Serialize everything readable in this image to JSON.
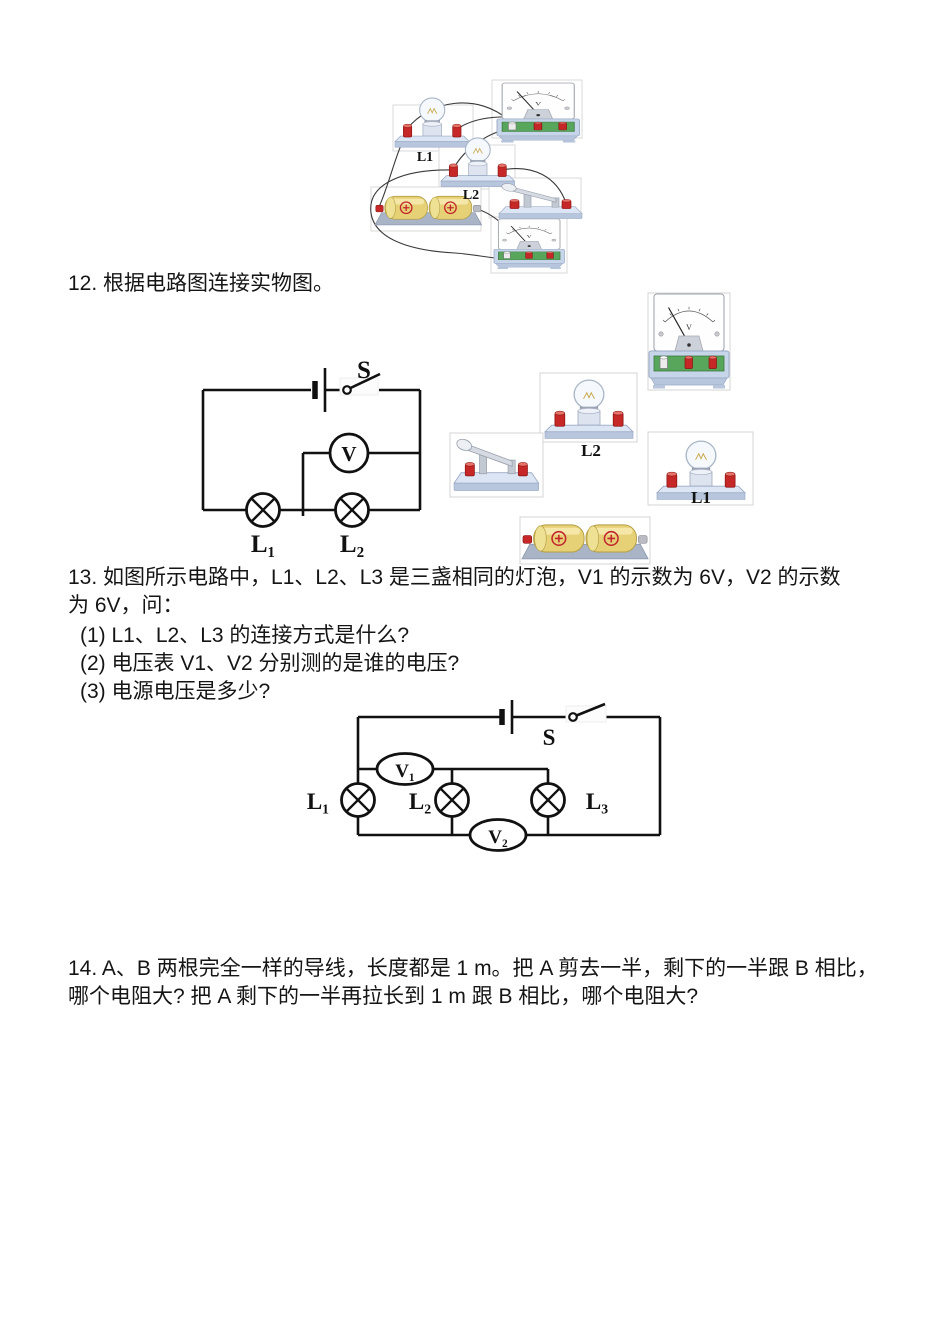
{
  "page": {
    "background": "#ffffff"
  },
  "meter": {
    "unit": "V"
  },
  "colors": {
    "wire_black": "#1a1a1a",
    "terminal_red": "#c62828",
    "battery_yellow": "#e7d176",
    "base_blue": "#c7d5ea",
    "meter_green": "#58a55c"
  },
  "top_figure": {
    "lamp1_label": "L1",
    "lamp2_label": "L2"
  },
  "q12": {
    "text": "12. 根据电路图连接实物图。",
    "circuit": {
      "switch_label": "S",
      "voltmeter_label": "V",
      "lamp1_label": "L₁",
      "lamp2_label": "L₂"
    },
    "components": {
      "lamp2_label": "L2",
      "lamp1_label": "L1"
    }
  },
  "q13": {
    "intro": "13. 如图所示电路中，L1、L2、L3 是三盏相同的灯泡，V1 的示数为 6V，V2 的示数\n为 6V，问：",
    "sub1": "(1) L1、L2、L3 的连接方式是什么?",
    "sub2": "(2) 电压表 V1、V2 分别测的是谁的电压?",
    "sub3": "(3) 电源电压是多少?",
    "circuit": {
      "switch_label": "S",
      "v1_label": "V₁",
      "v2_label": "V₂",
      "lamp1_label": "L₁",
      "lamp2_label": "L₂",
      "lamp3_label": "L₃"
    }
  },
  "q14": {
    "text": "14. A、B 两根完全一样的导线，长度都是 1 m。把 A 剪去一半，剩下的一半跟 B 相比，\n哪个电阻大? 把 A 剩下的一半再拉长到 1 m 跟 B 相比，哪个电阻大?"
  }
}
